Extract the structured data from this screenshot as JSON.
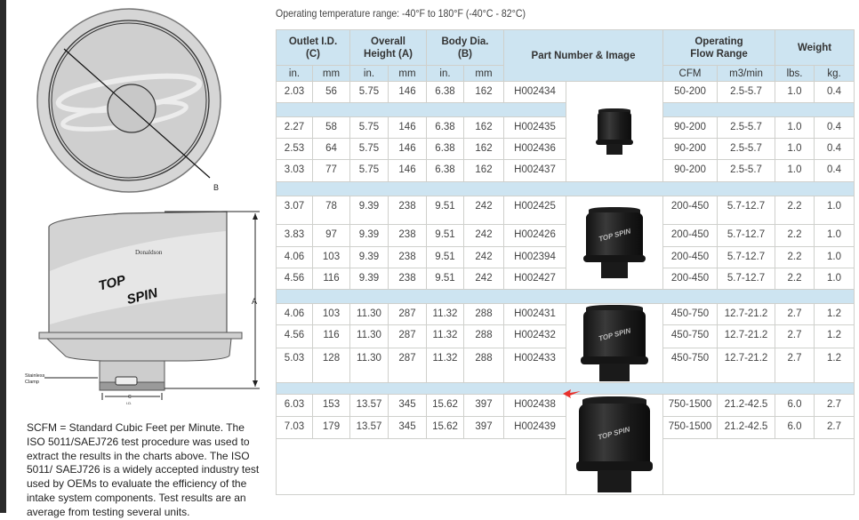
{
  "temperature_note": "Operating temperature range: -40°F to 180°F (-40°C - 82°C)",
  "table": {
    "headers": {
      "outlet": "Outlet I.D. (C)",
      "height": "Overall Height (A)",
      "body": "Body Dia. (B)",
      "part": "Part Number & Image",
      "flow": "Operating Flow Range",
      "weight": "Weight"
    },
    "units": [
      "in.",
      "mm",
      "in.",
      "mm",
      "in.",
      "mm",
      "CFM",
      "m3/min",
      "lbs.",
      "kg."
    ],
    "groups": [
      {
        "rows": [
          [
            "2.03",
            "56",
            "5.75",
            "146",
            "6.38",
            "162",
            "H002434",
            "50-200",
            "2.5-5.7",
            "1.0",
            "0.4"
          ],
          "spacer",
          [
            "2.27",
            "58",
            "5.75",
            "146",
            "6.38",
            "162",
            "H002435",
            "90-200",
            "2.5-5.7",
            "1.0",
            "0.4"
          ],
          [
            "2.53",
            "64",
            "5.75",
            "146",
            "6.38",
            "162",
            "H002436",
            "90-200",
            "2.5-5.7",
            "1.0",
            "0.4"
          ],
          [
            "3.03",
            "77",
            "5.75",
            "146",
            "6.38",
            "162",
            "H002437",
            "90-200",
            "2.5-5.7",
            "1.0",
            "0.4"
          ]
        ]
      },
      {
        "rows": [
          [
            "3.07",
            "78",
            "9.39",
            "238",
            "9.51",
            "242",
            "H002425",
            "200-450",
            "5.7-12.7",
            "2.2",
            "1.0"
          ],
          [
            "3.83",
            "97",
            "9.39",
            "238",
            "9.51",
            "242",
            "H002426",
            "200-450",
            "5.7-12.7",
            "2.2",
            "1.0"
          ],
          [
            "4.06",
            "103",
            "9.39",
            "238",
            "9.51",
            "242",
            "H002394",
            "200-450",
            "5.7-12.7",
            "2.2",
            "1.0"
          ],
          [
            "4.56",
            "116",
            "9.39",
            "238",
            "9.51",
            "242",
            "H002427",
            "200-450",
            "5.7-12.7",
            "2.2",
            "1.0"
          ]
        ]
      },
      {
        "rows": [
          [
            "4.06",
            "103",
            "11.30",
            "287",
            "11.32",
            "288",
            "H002431",
            "450-750",
            "12.7-21.2",
            "2.7",
            "1.2"
          ],
          [
            "4.56",
            "116",
            "11.30",
            "287",
            "11.32",
            "288",
            "H002432",
            "450-750",
            "12.7-21.2",
            "2.7",
            "1.2"
          ],
          [
            "5.03",
            "128",
            "11.30",
            "287",
            "11.32",
            "288",
            "H002433",
            "450-750",
            "12.7-21.2",
            "2.7",
            "1.2"
          ]
        ]
      },
      {
        "rows": [
          [
            "6.03",
            "153",
            "13.57",
            "345",
            "15.62",
            "397",
            "H002438",
            "750-1500",
            "21.2-42.5",
            "6.0",
            "2.7"
          ],
          [
            "7.03",
            "179",
            "13.57",
            "345",
            "15.62",
            "397",
            "H002439",
            "750-1500",
            "21.2-42.5",
            "6.0",
            "2.7"
          ],
          "blank"
        ]
      }
    ],
    "image_logo": "TOP SPIN"
  },
  "drawing": {
    "label_b": "B",
    "label_a": "A",
    "label_c": "C",
    "label_id": "I.D.",
    "clamp_label_1": "Stainless",
    "clamp_label_2": "Clamp",
    "brand": "Donaldson",
    "logo_top": "TOP",
    "logo_spin": "SPIN"
  },
  "footnote": "SCFM = Standard Cubic Feet per Minute. The ISO 5011/SAEJ726 test procedure was used to extract the results in the charts above. The ISO 5011/ SAEJ726 is a widely accepted industry test used by OEMs to evaluate the efficiency of the intake system components. Test results are an average from testing several units.",
  "colors": {
    "header_bg": "#cde4f1",
    "arrow": "#e8312c"
  }
}
